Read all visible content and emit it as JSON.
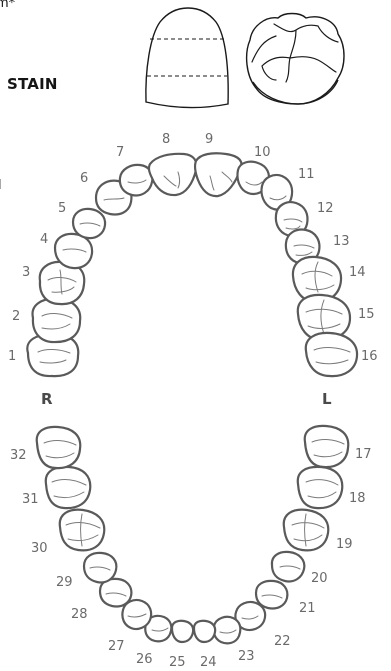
{
  "header": {
    "fragment_top": "m*",
    "fragment_left": "l",
    "stain_label": "STAIN"
  },
  "sides": {
    "right": "R",
    "left": "L"
  },
  "teeth": [
    {
      "n": "1"
    },
    {
      "n": "2"
    },
    {
      "n": "3"
    },
    {
      "n": "4"
    },
    {
      "n": "5"
    },
    {
      "n": "6"
    },
    {
      "n": "7"
    },
    {
      "n": "8"
    },
    {
      "n": "9"
    },
    {
      "n": "10"
    },
    {
      "n": "11"
    },
    {
      "n": "12"
    },
    {
      "n": "13"
    },
    {
      "n": "14"
    },
    {
      "n": "15"
    },
    {
      "n": "16"
    },
    {
      "n": "17"
    },
    {
      "n": "18"
    },
    {
      "n": "19"
    },
    {
      "n": "20"
    },
    {
      "n": "21"
    },
    {
      "n": "22"
    },
    {
      "n": "23"
    },
    {
      "n": "24"
    },
    {
      "n": "25"
    },
    {
      "n": "26"
    },
    {
      "n": "27"
    },
    {
      "n": "28"
    },
    {
      "n": "29"
    },
    {
      "n": "30"
    },
    {
      "n": "31"
    },
    {
      "n": "32"
    }
  ]
}
